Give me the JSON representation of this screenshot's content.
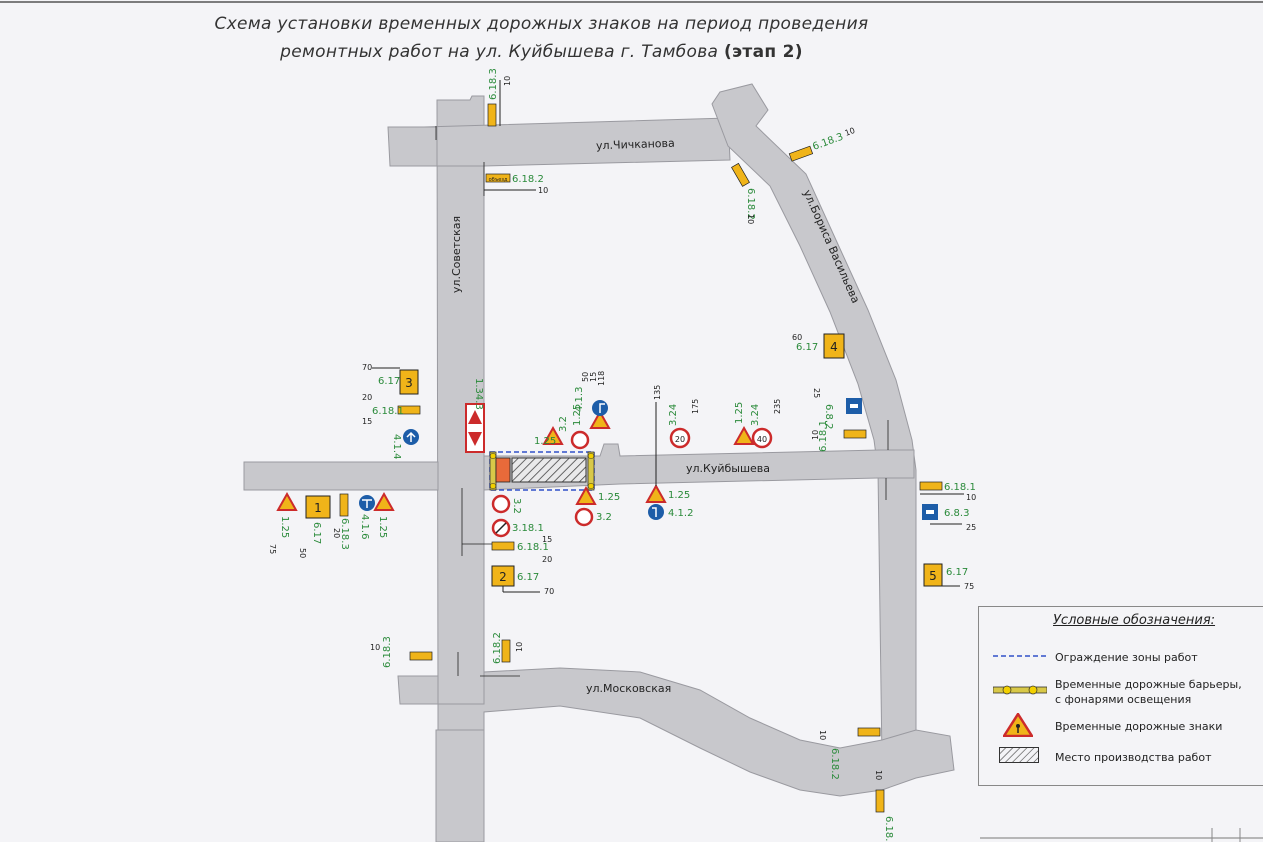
{
  "title": {
    "line1": "Схема установки временных дорожных знаков на период проведения",
    "line2": "ремонтных работ на ул. Куйбышева г. Тамбова",
    "stage": "(этап 2)"
  },
  "streets": {
    "chichkanova": "ул.Чичканова",
    "sovetskaya": "ул.Советская",
    "borisa_vasilyeva": "ул.Бориса Васильева",
    "kuybysheva": "ул.Куйбышева",
    "moskovskaya": "ул.Московская"
  },
  "sign_codes": {
    "c_6_18_3": "6.18.3",
    "c_6_18_2": "6.18.2",
    "c_6_18_1": "6.18.1",
    "c_6_17": "6.17",
    "c_6_8_2": "6.8.2",
    "c_6_8_3": "6.8.3",
    "c_4_1_4": "4.1.4",
    "c_4_1_6": "4.1.6",
    "c_4_1_2": "4.1.2",
    "c_4_1_3": "4.1.3",
    "c_1_25": "1.25",
    "c_3_2": "3.2",
    "c_3_24": "3.24",
    "c_3_18_1": "3.18.1",
    "c_1_34_3": "1.34.3"
  },
  "detour_numbers": {
    "n1": "1",
    "n2": "2",
    "n3": "3",
    "n4": "4",
    "n5": "5"
  },
  "speed_limits": {
    "s20": "20",
    "s40": "40"
  },
  "sign_word": "объезд",
  "dimensions": {
    "d10": "10",
    "d15": "15",
    "d20": "20",
    "d25": "25",
    "d50": "50",
    "d60": "60",
    "d70": "70",
    "d75": "75",
    "d118": "118",
    "d135": "135",
    "d175": "175",
    "d235": "235"
  },
  "legend": {
    "title": "Условные обозначения:",
    "items": [
      {
        "label": "Ограждение зоны работ"
      },
      {
        "label": "Временные дорожные барьеры, с фонарями освещения"
      },
      {
        "label": "Временные дорожные знаки"
      },
      {
        "label": "Место производства работ"
      }
    ]
  },
  "colors": {
    "road": "#c8c8cc",
    "sign_yellow": "#f0b419",
    "sign_red": "#cc2b2b",
    "sign_blue": "#1d5da8",
    "code_green": "#2a8a3a",
    "fence_blue": "#3050c8"
  }
}
